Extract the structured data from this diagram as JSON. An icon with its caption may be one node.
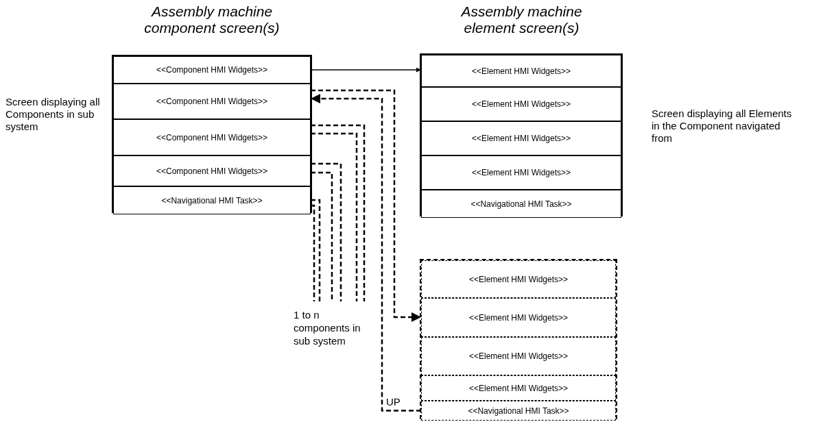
{
  "diagram": {
    "nodes": [
      {
        "text": [
          "Assembly machine component screen(s)"
        ],
        "beside": [
          "Screen displaying all Components in sub system"
        ]
      },
      {
        "text": [
          "<<Component HMI Widgets>>"
        ],
        "in": 0
      },
      {
        "text": [
          "<<Component HMI Widgets>>"
        ],
        "in": 0
      },
      {
        "text": [
          "<<Component HMI Widgets>>"
        ],
        "in": 0
      },
      {
        "text": [
          "<<Component HMI Widgets>>"
        ],
        "in": 0
      },
      {
        "text": [
          "<<Navigational HMI Task>>"
        ],
        "in": 0
      },
      {
        "text": [
          "Assembly machine element screen(s)"
        ],
        "beside": [
          "Screen displaying all Elements in the Component navigated from"
        ]
      },
      {
        "text": [
          "<<Element HMI Widgets>>"
        ],
        "in": 6
      },
      {
        "text": [
          "<<Element HMI Widgets>>"
        ],
        "in": 6
      },
      {
        "text": [
          "<<Element HMI Widgets>>"
        ],
        "in": 6
      },
      {
        "text": [
          "<<Element HMI Widgets>>"
        ],
        "in": 6
      },
      {
        "text": [
          "<<Navigational HMI Task>>"
        ],
        "in": 6
      },
      {
        "text": [],
        "shape": "box"
      },
      {
        "text": [
          "<<Element HMI Widgets>>"
        ],
        "in": 12
      },
      {
        "text": [
          "<<Element HMI Widgets>>"
        ],
        "in": 12
      },
      {
        "text": [
          "<<Element HMI Widgets>>"
        ],
        "in": 12
      },
      {
        "text": [
          "<<Element HMI Widgets>>"
        ],
        "in": 12
      },
      {
        "text": [
          "<<Navigational HMI Task>>"
        ],
        "in": 12
      }
    ],
    "edges": [
      {
        "from": 1,
        "to": 7,
        "arrow": "to"
      },
      {
        "from": 2,
        "to": 14,
        "arrow": "to",
        "style": "dashed"
      },
      {
        "from": 17,
        "to": 2,
        "arrow": "to",
        "style": "dashed",
        "label": "UP"
      },
      {
        "from": 3,
        "to": null,
        "arrow": "none",
        "style": "dashed"
      },
      {
        "from": 3,
        "to": null,
        "arrow": "none",
        "style": "dashed"
      },
      {
        "from": 4,
        "to": null,
        "arrow": "none",
        "style": "dashed"
      },
      {
        "from": 4,
        "to": null,
        "arrow": "none",
        "style": "dashed"
      },
      {
        "from": 5,
        "to": null,
        "arrow": "none",
        "style": "dashed"
      },
      {
        "from": 5,
        "to": null,
        "arrow": "none",
        "style": "dashed"
      }
    ],
    "labels": [
      "1 to n components in sub system"
    ]
  }
}
